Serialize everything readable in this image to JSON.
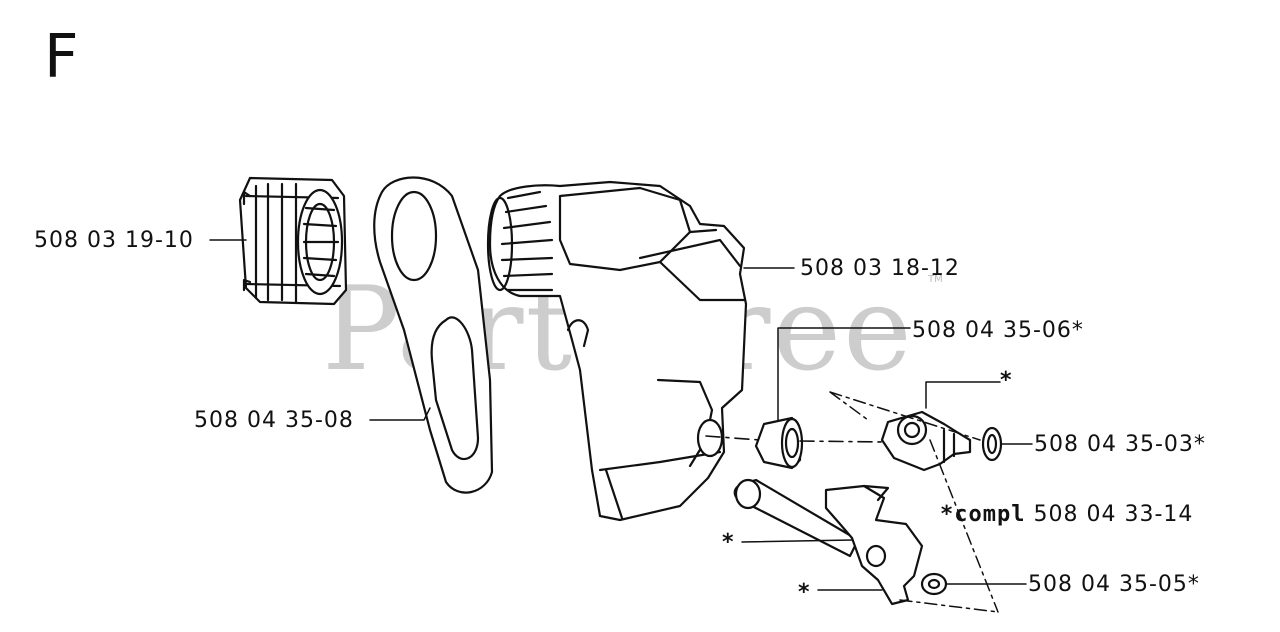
{
  "section": "F",
  "watermark": "PartsTree",
  "watermark_tm": "TM",
  "parts": {
    "nut": "508 03 19-10",
    "plate": "508 04 35-08",
    "housing": "508 03 18-12",
    "bushing": "508 04 35-06*",
    "oring": "508 04 35-03*",
    "washer": "508 04 35-05*"
  },
  "kit": {
    "prefix": "*compl",
    "number": "508 04 33-14"
  },
  "markers": {
    "star": "*"
  }
}
